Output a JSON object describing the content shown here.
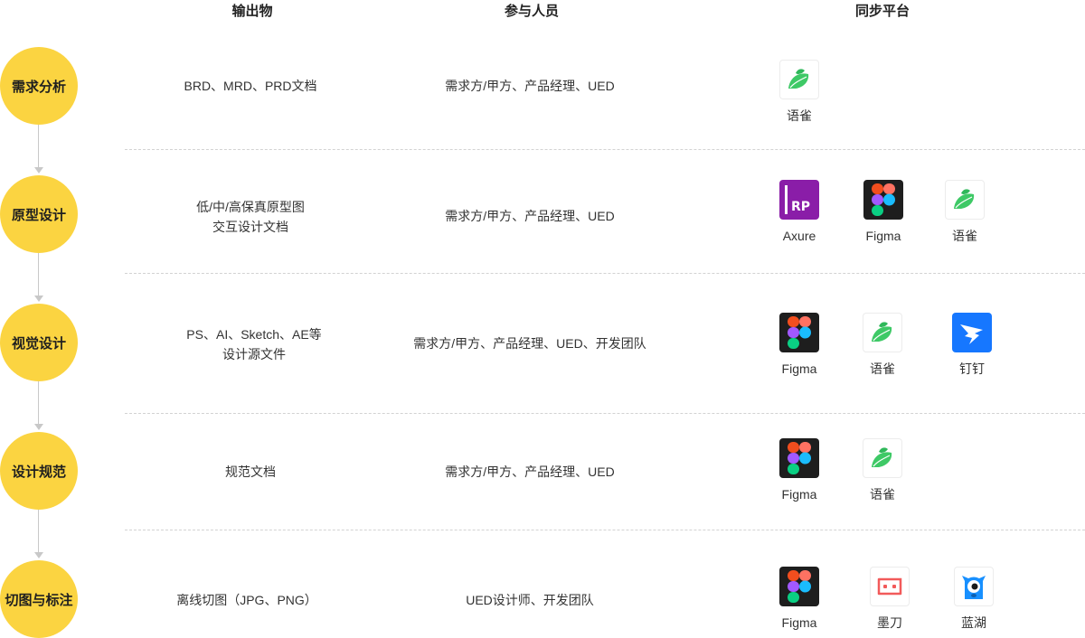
{
  "headers": {
    "output": "输出物",
    "participants": "参与人员",
    "platforms": "同步平台"
  },
  "stages": [
    {
      "name": "需求分析",
      "output": [
        "BRD、MRD、PRD文档"
      ],
      "participants": "需求方/甲方、产品经理、UED",
      "tools": [
        {
          "name": "语雀",
          "icon": "yuque-icon"
        }
      ]
    },
    {
      "name": "原型设计",
      "output": [
        "低/中/高保真原型图",
        "交互设计文档"
      ],
      "participants": "需求方/甲方、产品经理、UED",
      "tools": [
        {
          "name": "Axure",
          "icon": "axure-icon"
        },
        {
          "name": "Figma",
          "icon": "figma-icon"
        },
        {
          "name": "语雀",
          "icon": "yuque-icon"
        }
      ]
    },
    {
      "name": "视觉设计",
      "output": [
        "PS、AI、Sketch、AE等",
        "设计源文件"
      ],
      "participants": "需求方/甲方、产品经理、UED、开发团队",
      "tools": [
        {
          "name": "Figma",
          "icon": "figma-icon"
        },
        {
          "name": "语雀",
          "icon": "yuque-icon"
        },
        {
          "name": "钉钉",
          "icon": "dingtalk-icon"
        }
      ]
    },
    {
      "name": "设计规范",
      "output": [
        "规范文档"
      ],
      "participants": "需求方/甲方、产品经理、UED",
      "tools": [
        {
          "name": "Figma",
          "icon": "figma-icon"
        },
        {
          "name": "语雀",
          "icon": "yuque-icon"
        }
      ]
    },
    {
      "name": "切图与标注",
      "output": [
        "离线切图（JPG、PNG）"
      ],
      "participants": "UED设计师、开发团队",
      "tools": [
        {
          "name": "Figma",
          "icon": "figma-icon"
        },
        {
          "name": "墨刀",
          "icon": "modao-icon"
        },
        {
          "name": "蓝湖",
          "icon": "lanhu-icon"
        }
      ]
    }
  ]
}
